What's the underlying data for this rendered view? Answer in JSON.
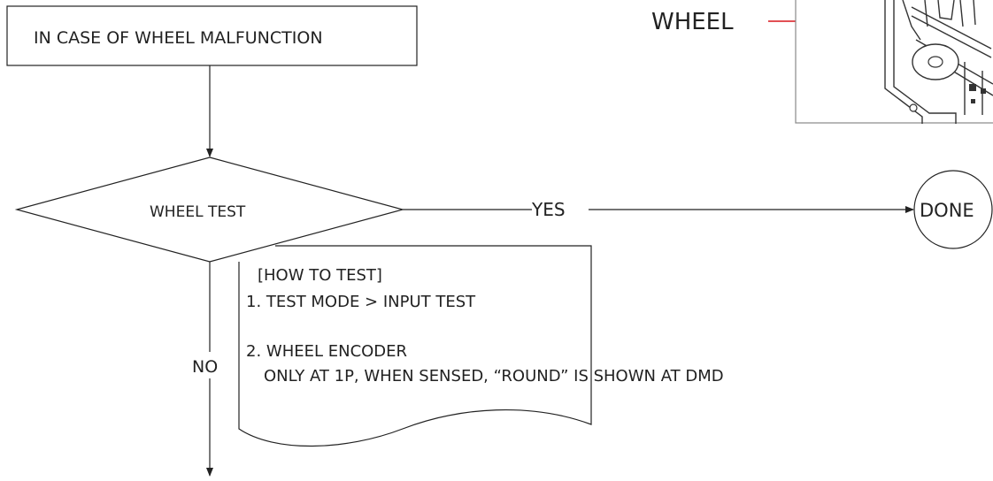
{
  "start_box": {
    "label": "IN CASE OF WHEEL MALFUNCTION"
  },
  "decision": {
    "label": "WHEEL TEST"
  },
  "yes_branch": {
    "label": "YES"
  },
  "no_branch": {
    "label": "NO"
  },
  "end_node": {
    "label": "DONE"
  },
  "note": {
    "title": "[HOW TO TEST]",
    "step1": "1. TEST MODE > INPUT TEST",
    "step2": "2. WHEEL ENCODER",
    "step2_detail": "ONLY AT 1P, WHEN SENSED, “ROUND” IS SHOWN AT DMD"
  },
  "photo_callout": {
    "label": "WHEEL"
  },
  "colors": {
    "line": "#222222",
    "callout_line": "#d9151b",
    "photo_frame": "#888888"
  }
}
